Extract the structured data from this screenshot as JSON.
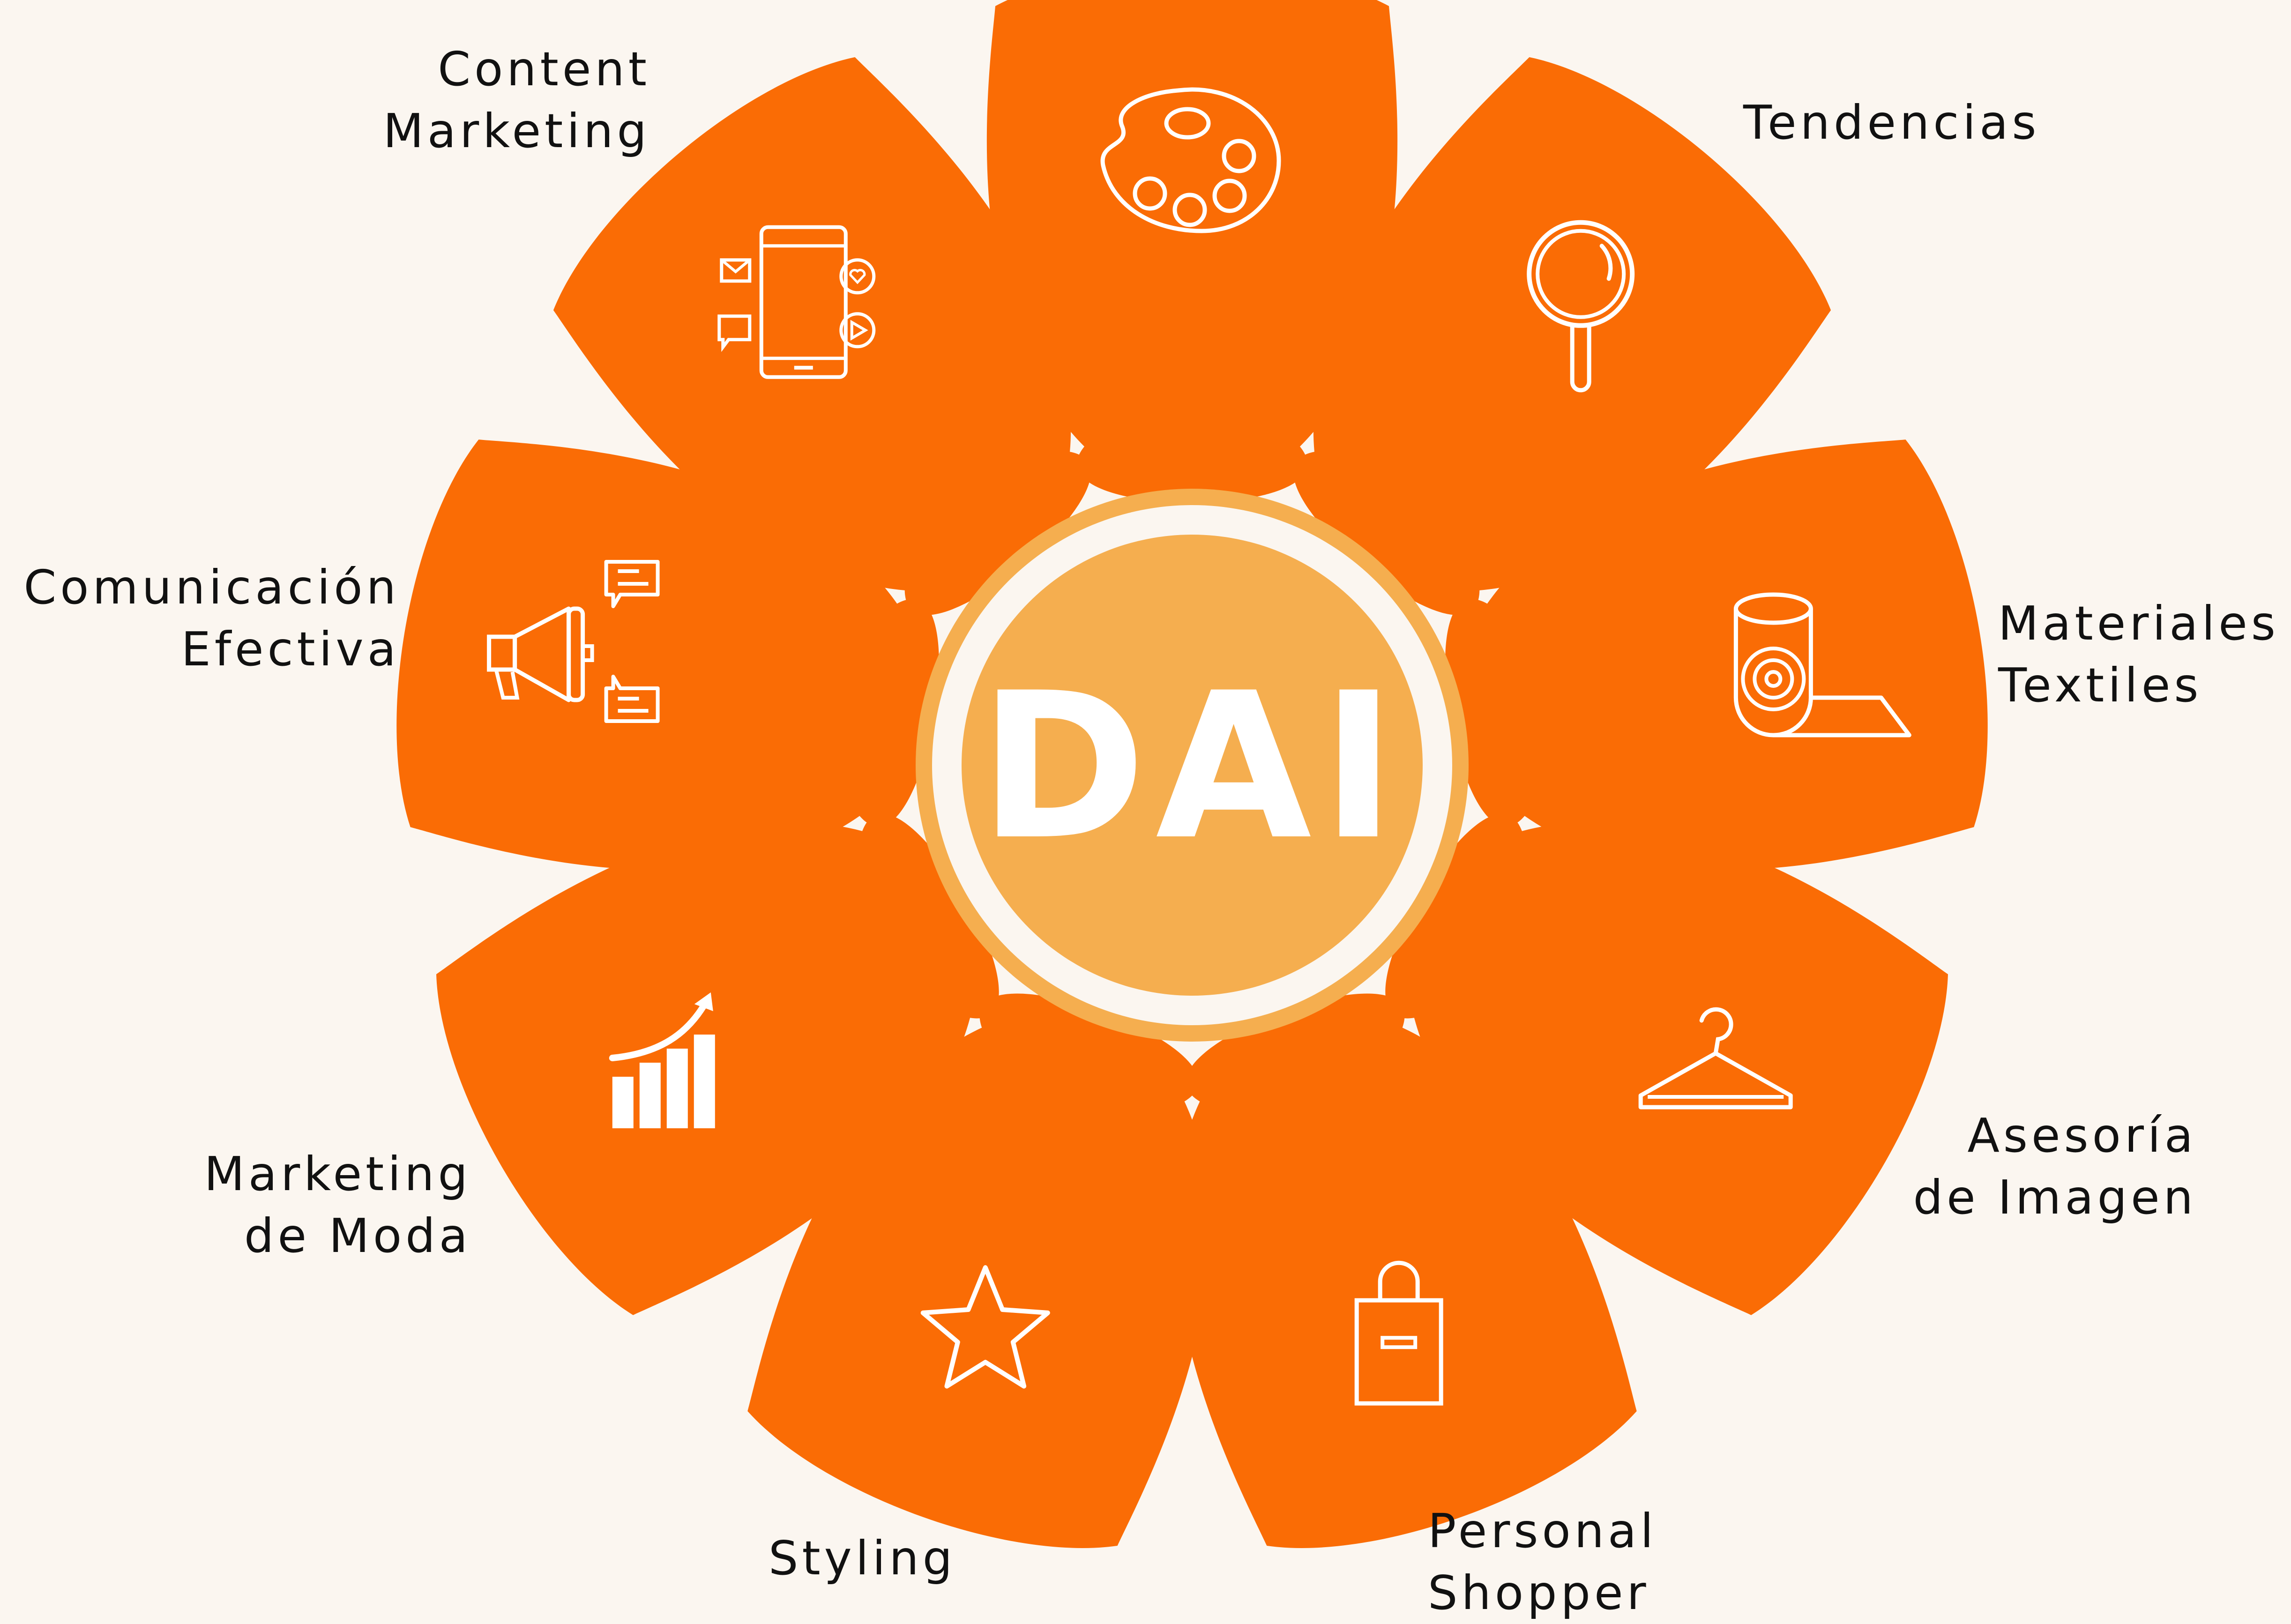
{
  "center": {
    "title": "DAI",
    "colors": {
      "outer_ring": "#F5AE4F",
      "gap": "#FBF6F0",
      "inner": "#F5AE4F",
      "text": "#FFFFFF"
    }
  },
  "petal_color": "#FA6C05",
  "icon_color": "#FFFFFF",
  "background": "#FBF6F0",
  "label_color": "#111111",
  "petals": [
    {
      "id": "tendencias-top",
      "icon": "palette-icon",
      "lines": []
    },
    {
      "id": "tendencias",
      "icon": "magnifier-icon",
      "lines": [
        "Tendencias"
      ]
    },
    {
      "id": "materiales",
      "icon": "fabric-roll-icon",
      "lines": [
        "Materiales",
        "Textiles"
      ]
    },
    {
      "id": "asesoria",
      "icon": "hanger-icon",
      "lines": [
        "Asesoría",
        "de Imagen"
      ]
    },
    {
      "id": "personal",
      "icon": "shopping-bag-icon",
      "lines": [
        "Personal",
        "Shopper"
      ]
    },
    {
      "id": "styling",
      "icon": "star-icon",
      "lines": [
        "Styling"
      ]
    },
    {
      "id": "mkt-moda",
      "icon": "growth-chart-icon",
      "lines": [
        "Marketing",
        "de Moda"
      ]
    },
    {
      "id": "comunicacion",
      "icon": "megaphone-icon",
      "lines": [
        "Comunicación",
        "Efectiva"
      ]
    },
    {
      "id": "content",
      "icon": "smartphone-icon",
      "lines": [
        "Content",
        "Marketing"
      ]
    }
  ]
}
